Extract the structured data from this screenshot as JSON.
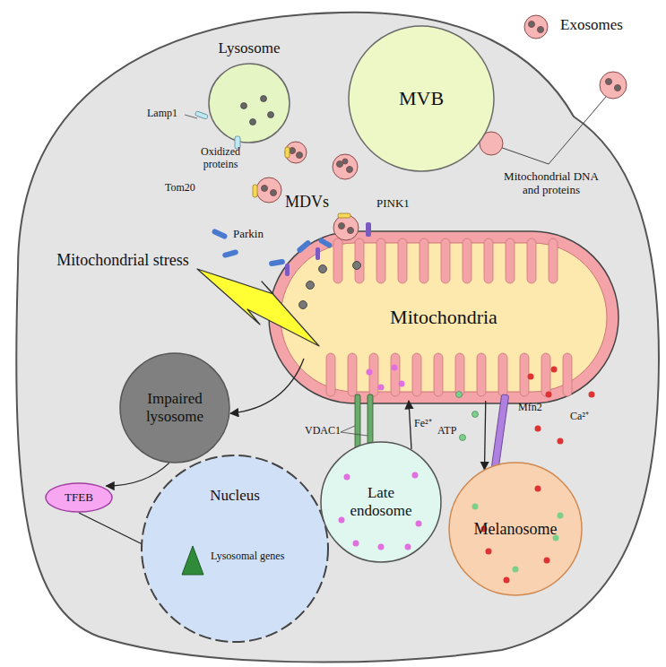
{
  "diagram": {
    "nodes": [
      {
        "text": [
          "Lysosome"
        ]
      },
      {
        "text": [
          "MVB"
        ]
      },
      {
        "text": [
          "Mitochondria"
        ]
      },
      {
        "text": [
          "Impaired lysosome"
        ]
      },
      {
        "text": [
          "TFEB"
        ]
      },
      {
        "text": [
          "Nucleus"
        ]
      },
      {
        "text": [
          "Lysosomal genes"
        ],
        "in": 5
      },
      {
        "text": [
          "Late endosome"
        ]
      },
      {
        "text": [
          "Melanosome"
        ]
      }
    ],
    "edges": [
      {
        "from": 2,
        "to": 3,
        "arrow": "to"
      },
      {
        "from": 3,
        "to": 4,
        "arrow": "to"
      },
      {
        "from": 4,
        "to": 6,
        "arrow": "to"
      },
      {
        "from": 2,
        "to": 8,
        "arrow": "to"
      },
      {
        "from": 7,
        "to": 2,
        "arrow": "to"
      }
    ],
    "labels": [
      "Exosomes",
      "Lamp1",
      "Oxidized proteins",
      "Tom20",
      "MDVs",
      "PINK1",
      "Parkin",
      "Mitochondrial DNA and proteins",
      "Mitochondrial stress",
      "VDAC1",
      "Fe²⁺",
      "ATP",
      "Mfn2",
      "Ca²⁺"
    ]
  }
}
